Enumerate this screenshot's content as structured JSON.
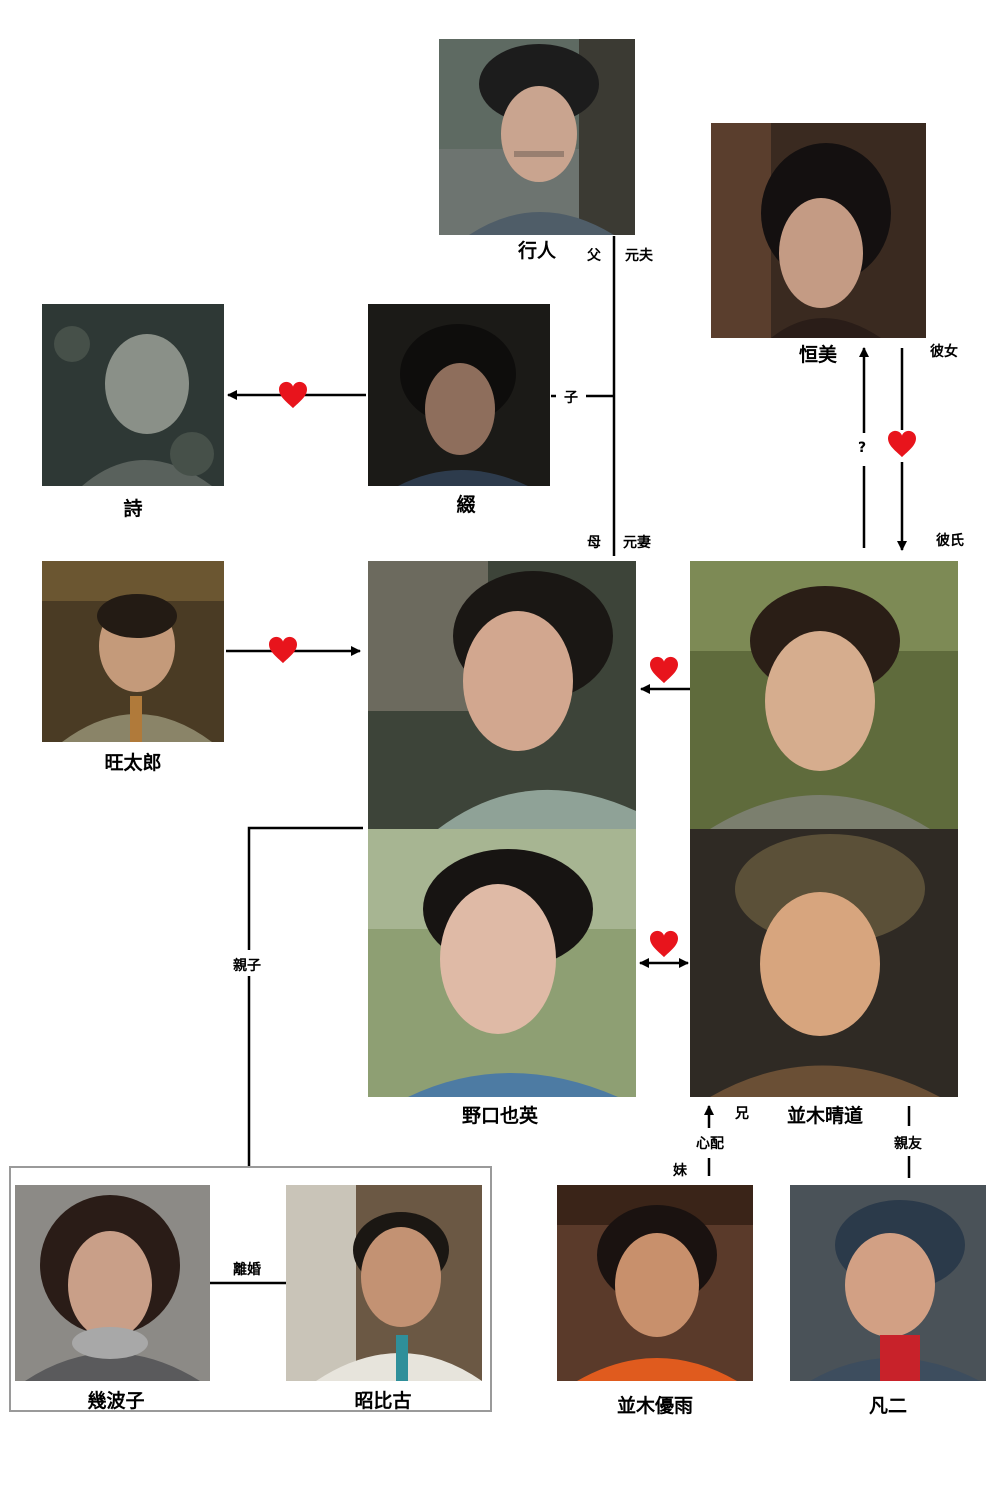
{
  "characters": {
    "yukito": "行人",
    "tsunemi": "恒美",
    "uta": "詩",
    "tsuzuru": "綴",
    "otaro": "旺太郎",
    "mother": "",
    "yae": "野口也英",
    "harumichi": "並木晴道",
    "kibako": "幾波子",
    "akihiko": "昭比古",
    "yuu": "並木優雨",
    "bonji": "凡二"
  },
  "relations": {
    "father": "父",
    "ex_husband": "元夫",
    "child": "子",
    "mother": "母",
    "ex_wife": "元妻",
    "girlfriend": "彼女",
    "boyfriend": "彼氏",
    "question": "?",
    "parent_child": "親子",
    "divorce": "離婚",
    "big_brother": "兄",
    "worry": "心配",
    "little_sister": "妹",
    "best_friend": "親友"
  },
  "colors": {
    "heart": "#e8141c",
    "line": "#000000",
    "box_border": "#9a9a9a"
  }
}
